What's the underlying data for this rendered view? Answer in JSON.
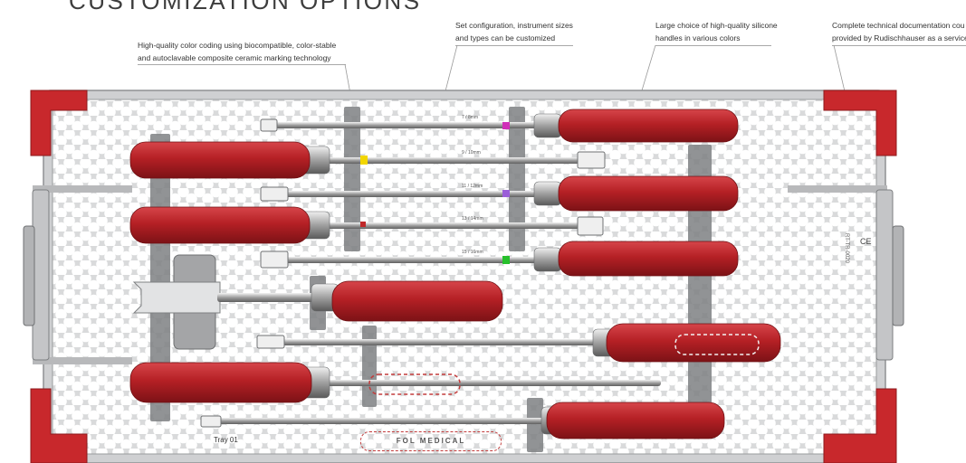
{
  "title": "CUSTOMIZATION OPTIONS",
  "callouts": [
    {
      "line1": "High-quality color coding using biocompatible, color-stable",
      "line2": "and autoclavable composite ceramic marking technology"
    },
    {
      "line1": "Set configuration, instrument sizes",
      "line2": "and types can be customized"
    },
    {
      "line1": "Large choice of high-quality silicone",
      "line2": "handles in various colors"
    },
    {
      "line1": "Complete technical documentation cou",
      "line2": "provided by Rudischhauser as a service"
    }
  ],
  "tray": {
    "label": "Tray 01",
    "brand": "FOL MEDICAL",
    "etched_code": "RT-TR-0020",
    "ce_mark": "CE"
  },
  "instrument_sizes": [
    "7 / 8mm",
    "9 / 10mm",
    "11 / 12mm",
    "13 / 14mm",
    "15 / 16mm"
  ],
  "colors": {
    "handle": "#b52025",
    "tray_rim": "#c8282c",
    "tray_metal": "#d9dadb",
    "marking_yellow": "#f2d600",
    "marking_purple": "#9b5fd8",
    "marking_magenta": "#d02fb8",
    "marking_green": "#27c02c",
    "marking_red": "#c0282a"
  }
}
